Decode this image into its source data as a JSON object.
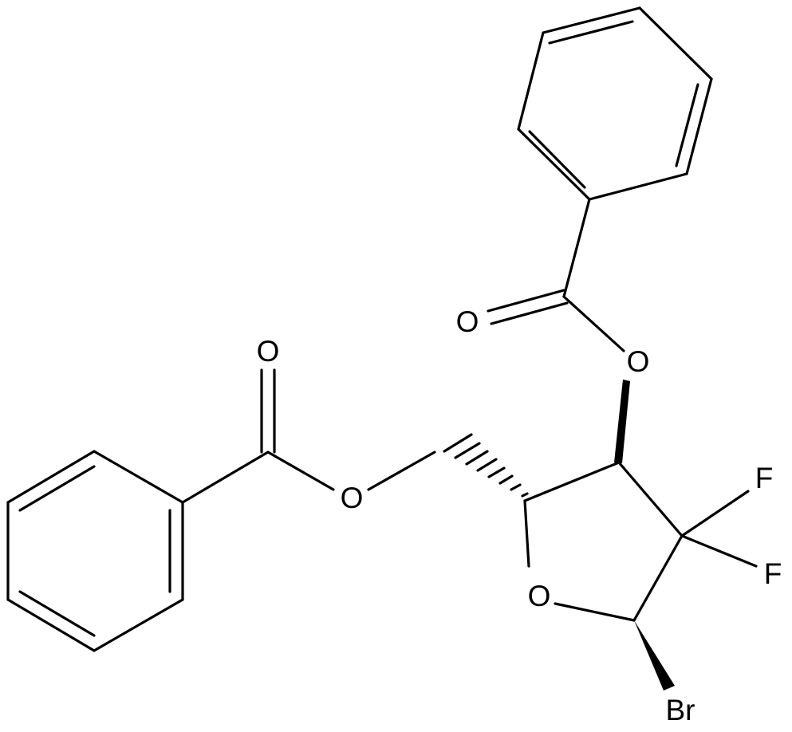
{
  "diagram": {
    "atom_labels": {
      "o_carbonyl_upper": "O",
      "o_ester_upper": "O",
      "o_carbonyl_left": "O",
      "o_ester_left": "O",
      "o_ring": "O",
      "f1": "F",
      "f2": "F",
      "br": "Br"
    },
    "colors": {
      "bond": "#000000",
      "background": "#ffffff"
    }
  }
}
